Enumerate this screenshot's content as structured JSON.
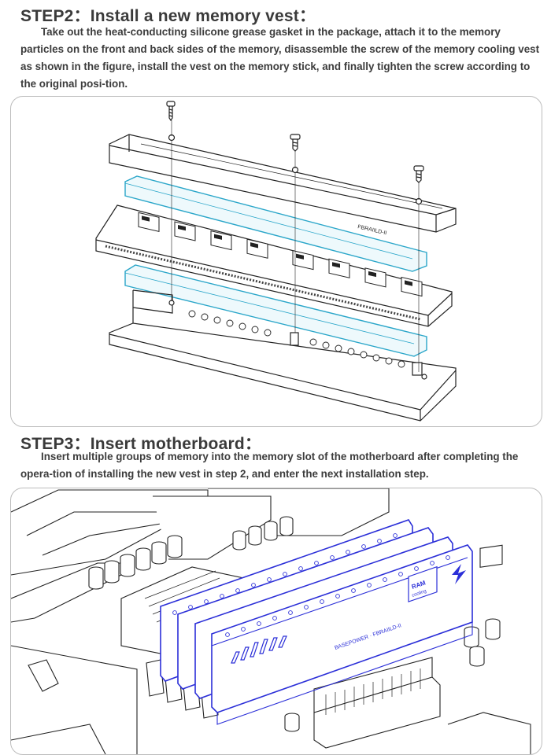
{
  "step2": {
    "heading": "STEP2：Install a new memory vest：",
    "body": "Take out the heat-conducting silicone grease gasket in the package, attach it to the memory particles on the front and back sides of the memory, disassemble the screw of the memory cooling vest as shown in the figure, install the vest on the memory stick, and finally tighten the screw according to the original posi-tion."
  },
  "step3": {
    "heading": "STEP3：Insert motherboard：",
    "body": "Insert multiple groups of memory into the memory slot of the motherboard after completing the opera-tion of installing the new vest in step 2, and enter the next installation step."
  },
  "figure2": {
    "pcb_label": "FBRAIILD-II"
  },
  "figure3": {
    "badge_line1": "RAM",
    "badge_line2": "cooling",
    "side_text": "BASEPOWER · FBRAIILD-II"
  },
  "colors": {
    "text": "#3c3c3c",
    "line": "#222222",
    "pad": "#2aa6c9",
    "vest_blue": "#2b2fd8",
    "panel_border": "#bcbcbc"
  }
}
